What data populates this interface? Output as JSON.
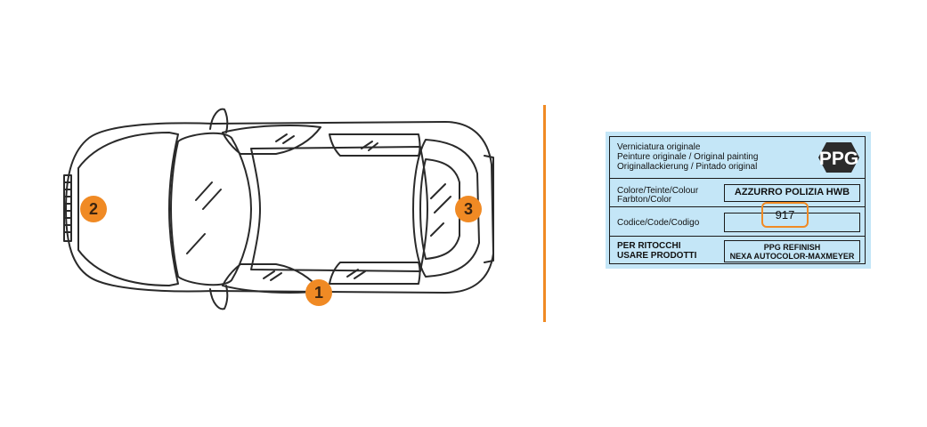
{
  "markers": [
    "1",
    "2",
    "3"
  ],
  "colors": {
    "accent": "#f08a24",
    "label_bg": "#c4e6f7",
    "ink": "#1a1a1a"
  },
  "ppg_label": {
    "header_lines": [
      "Verniciatura  originale",
      "Peinture originale / Original painting",
      "Originallackierung / Pintado original"
    ],
    "logo_text": "PPG",
    "colour_label_lines": [
      "Colore/Teinte/Colour",
      "Farbton/Color"
    ],
    "colour_value": "AZZURRO POLIZIA HWB",
    "code_label": "Codice/Code/Codigo",
    "code_value": "917",
    "touchup_label_lines": [
      "PER RITOCCHI",
      "USARE PRODOTTI"
    ],
    "touchup_value_lines": [
      "PPG REFINISH",
      "NEXA AUTOCOLOR-MAXMEYER"
    ]
  }
}
